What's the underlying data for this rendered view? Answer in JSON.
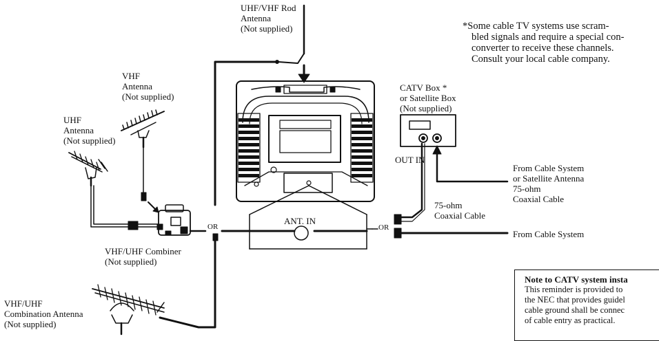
{
  "diagram": {
    "rod_antenna": [
      "UHF/VHF Rod",
      "Antenna",
      "(Not supplied)"
    ],
    "vhf_antenna": [
      "VHF",
      "Antenna",
      "(Not supplied)"
    ],
    "uhf_antenna": [
      "UHF",
      "Antenna",
      "(Not supplied)"
    ],
    "catv_box": [
      "CATV Box *",
      "or Satellite Box",
      "(Not supplied)"
    ],
    "out_in": "OUT IN",
    "from_cable_satellite": [
      "From Cable System",
      "or Satellite Antenna",
      "75-ohm",
      "Coaxial Cable"
    ],
    "coax": [
      "75-ohm",
      "Coaxial Cable"
    ],
    "from_cable_system": "From Cable System",
    "ant_in": "ANT. IN",
    "or_left": "OR",
    "or_right": "OR",
    "combiner": [
      "VHF/UHF Combiner",
      "(Not supplied)"
    ],
    "combo_antenna": [
      "VHF/UHF",
      "Combination Antenna",
      "(Not supplied)"
    ],
    "scramble_note": [
      "*Some cable TV systems use scram-",
      "bled signals and require a special con-",
      "converter to receive these channels.",
      "Consult your local cable company."
    ],
    "catv_note": {
      "title": "Note to CATV system insta",
      "lines": [
        "This reminder is provided to",
        "the NEC that provides guidel",
        "cable ground shall be connec",
        "of cable entry as practical."
      ]
    }
  }
}
